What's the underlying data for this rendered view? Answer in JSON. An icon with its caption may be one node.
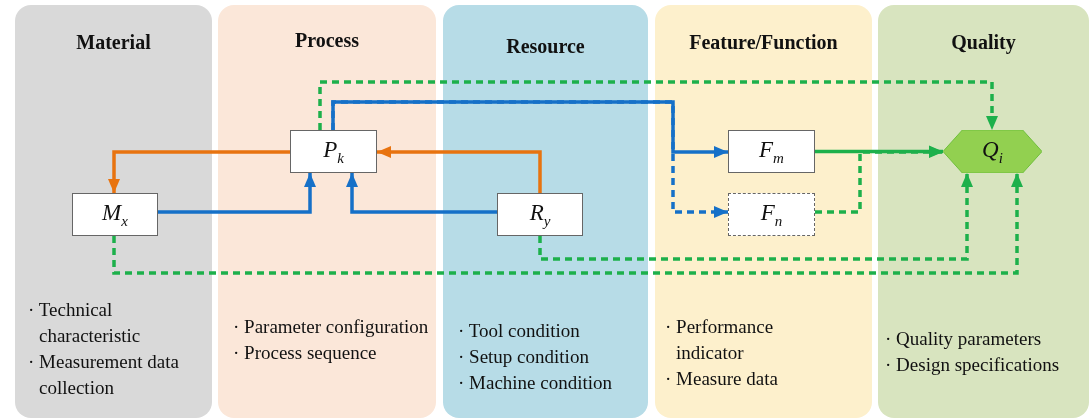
{
  "diagram": {
    "nodes": [
      {
        "text": [
          "Material",
          "· Technical characteristic",
          "· Measurement data collection"
        ]
      },
      {
        "text": [
          "Process",
          "· Parameter configuration",
          "· Process sequence"
        ]
      },
      {
        "text": [
          "Resource",
          "· Tool condition",
          "· Setup condition",
          "· Machine condition"
        ]
      },
      {
        "text": [
          "Feature/Function",
          "· Performance indicator",
          "· Measure data"
        ]
      },
      {
        "text": [
          "Quality",
          "· Quality parameters",
          "· Design specifications"
        ]
      },
      {
        "text": [
          "P$_{k}$"
        ],
        "in": 1
      },
      {
        "text": [
          "M$_{x}$"
        ],
        "in": 0
      },
      {
        "text": [
          "R$_{y}$"
        ],
        "in": 2
      },
      {
        "text": [
          "F$_{m}$"
        ],
        "in": 3
      },
      {
        "text": [
          "F$_{n}$"
        ],
        "in": 3
      },
      {
        "text": [
          "Q$_{i}$"
        ],
        "in": 4
      }
    ],
    "edges": [
      {
        "from": 5,
        "to": 6,
        "arrow": "to",
        "color": "#e8730f"
      },
      {
        "from": 7,
        "to": 5,
        "arrow": "to",
        "color": "#e8730f"
      },
      {
        "from": 6,
        "to": 5,
        "arrow": "to",
        "color": "#1570c8"
      },
      {
        "from": 7,
        "to": 5,
        "arrow": "to",
        "color": "#1570c8"
      },
      {
        "from": 5,
        "to": 8,
        "arrow": "to",
        "color": "#1570c8"
      },
      {
        "from": 5,
        "to": 9,
        "arrow": "to",
        "style": "dashed",
        "color": "#1570c8"
      },
      {
        "from": 5,
        "to": 10,
        "arrow": "to",
        "style": "dashed"
      },
      {
        "from": 8,
        "to": 10,
        "arrow": "to"
      },
      {
        "from": 9,
        "to": 10,
        "arrow": "to",
        "style": "dashed"
      },
      {
        "from": 7,
        "to": 10,
        "arrow": "to",
        "style": "dashed"
      },
      {
        "from": 6,
        "to": 10,
        "arrow": "to",
        "style": "dashed"
      }
    ]
  }
}
